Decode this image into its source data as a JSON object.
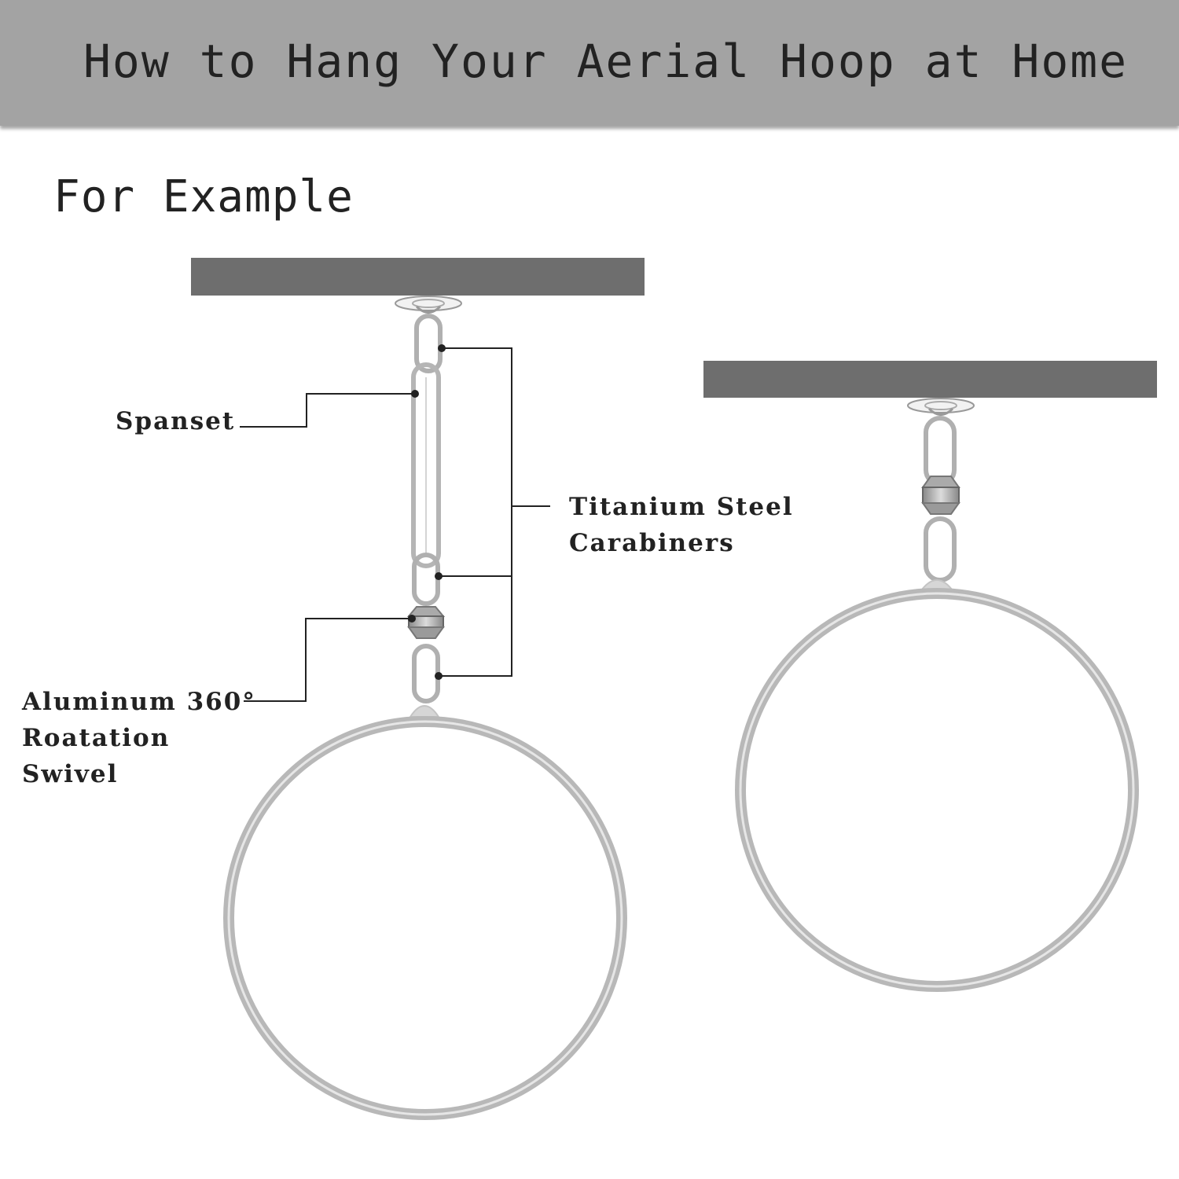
{
  "header": {
    "title": "How to Hang Your Aerial Hoop at Home"
  },
  "subtitle": "For Example",
  "labels": {
    "spanset": "Spanset",
    "carabiners_line1": "Titanium Steel",
    "carabiners_line2": "Carabiners",
    "swivel_line1": "Aluminum 360°",
    "swivel_line2": "Roatation",
    "swivel_line3": "Swivel"
  },
  "colors": {
    "header_bg": "#a3a3a3",
    "beam": "#6e6e6e",
    "metal": "#b5b5b5",
    "metal_dark": "#8a8a8a",
    "leader": "#222222"
  }
}
